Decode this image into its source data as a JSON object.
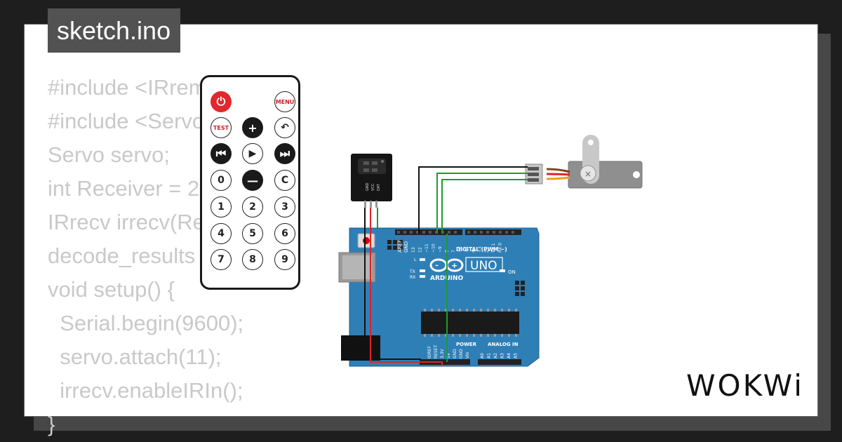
{
  "tab": {
    "filename": "sketch.ino"
  },
  "code_lines": [
    "#include <IRremote.h>",
    "#include <Servo.h>",
    "Servo servo;",
    "int Receiver = 2;",
    "IRrecv irrecv(Receiver);",
    "decode_results results;",
    "void setup() {",
    "  Serial.begin(9600);",
    "  servo.attach(11);",
    "  irrecv.enableIRIn();",
    "}"
  ],
  "remote": {
    "buttons": [
      {
        "label": "⏻",
        "icon": "power-icon",
        "style": "red"
      },
      {
        "label": "MENU",
        "icon": "",
        "style": "small"
      },
      {
        "label": "TEST",
        "icon": "",
        "style": "small"
      },
      {
        "label": "+",
        "icon": "plus-icon",
        "style": "black"
      },
      {
        "label": "↶",
        "icon": "back-icon",
        "style": "white"
      },
      {
        "label": "⏮",
        "icon": "previous-icon",
        "style": "black"
      },
      {
        "label": "▶",
        "icon": "play-icon",
        "style": "white"
      },
      {
        "label": "⏭",
        "icon": "next-icon",
        "style": "black"
      },
      {
        "label": "0",
        "icon": "",
        "style": "white"
      },
      {
        "label": "—",
        "icon": "minus-icon",
        "style": "black"
      },
      {
        "label": "C",
        "icon": "",
        "style": "white"
      },
      {
        "label": "1",
        "icon": "",
        "style": "white"
      },
      {
        "label": "2",
        "icon": "",
        "style": "white"
      },
      {
        "label": "3",
        "icon": "",
        "style": "white"
      },
      {
        "label": "4",
        "icon": "",
        "style": "white"
      },
      {
        "label": "5",
        "icon": "",
        "style": "white"
      },
      {
        "label": "6",
        "icon": "",
        "style": "white"
      },
      {
        "label": "7",
        "icon": "",
        "style": "white"
      },
      {
        "label": "8",
        "icon": "",
        "style": "white"
      },
      {
        "label": "9",
        "icon": "",
        "style": "white"
      }
    ]
  },
  "arduino": {
    "model_label": "UNO",
    "brand_label": "ARDUINO",
    "digital_label": "DIGITAL (PWM ~)",
    "power_label": "POWER",
    "analog_label": "ANALOG IN",
    "on_label": "ON",
    "led_labels": [
      "L",
      "TX",
      "RX"
    ],
    "aref_label": "AREF",
    "gnd_label": "GND",
    "digital_pins": [
      "13",
      "12",
      "~11",
      "~10",
      "~9",
      "8",
      "7",
      "~6",
      "~5",
      "4",
      "~3",
      "2",
      "TX 1",
      "RX 0"
    ],
    "power_pins": [
      "IOREF",
      "RESET",
      "3.3V",
      "5V",
      "GND",
      "GND",
      "Vin"
    ],
    "analog_pins": [
      "A0",
      "A1",
      "A2",
      "A3",
      "A4",
      "A5"
    ]
  },
  "ir_receiver": {
    "pin_labels": [
      "GND",
      "VCC",
      "DAT"
    ]
  },
  "brand": {
    "logo_text": "WOKWi"
  },
  "colors": {
    "background": "#1e1e1e",
    "card": "#ffffff",
    "code_text": "#c9c9c9",
    "tab_bg": "#525252",
    "board_blue": "#2f7fb7",
    "wire_black": "#111111",
    "wire_red": "#e0222a",
    "wire_green": "#1f9a2f",
    "power_red": "#e0282e"
  }
}
